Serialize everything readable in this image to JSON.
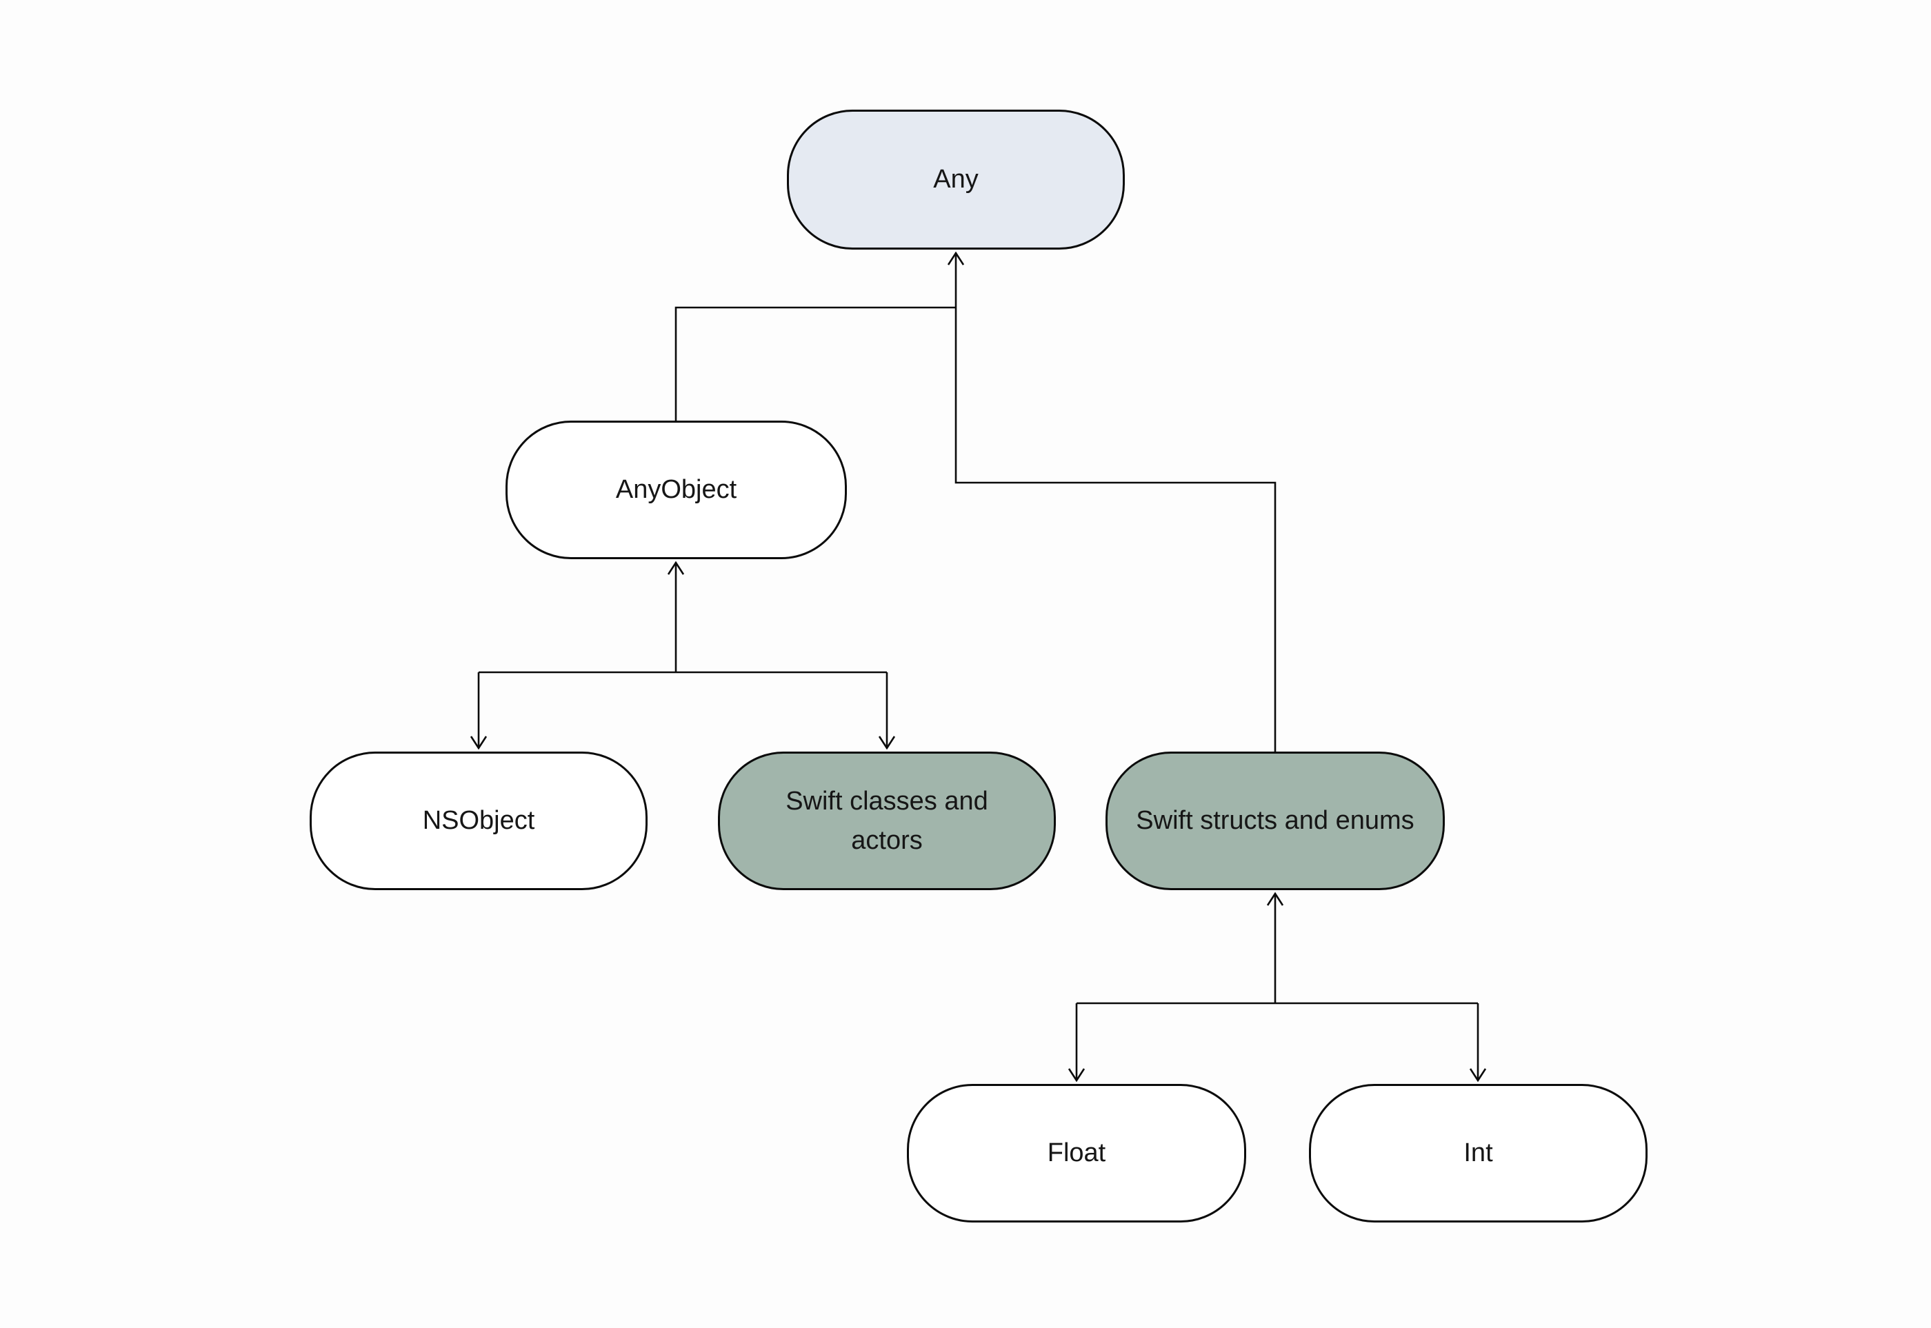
{
  "diagram": {
    "type": "tree-hierarchy-flowchart",
    "background_color": "#fdfdfd",
    "line_color": "#0b0b0b",
    "text_color": "#161616",
    "nodes": [
      {
        "id": "any",
        "label": "Any",
        "fill": "#e5eaf2"
      },
      {
        "id": "anyobject",
        "label": "AnyObject",
        "fill": "#ffffff"
      },
      {
        "id": "nsobject",
        "label": "NSObject",
        "fill": "#ffffff"
      },
      {
        "id": "swift-classes-and-actors",
        "label": "Swift classes and actors",
        "fill": "#a1b5ab"
      },
      {
        "id": "swift-structs-and-enums",
        "label": "Swift structs and enums",
        "fill": "#a1b5ab"
      },
      {
        "id": "float",
        "label": "Float",
        "fill": "#ffffff"
      },
      {
        "id": "int",
        "label": "Int",
        "fill": "#ffffff"
      }
    ],
    "edges": [
      {
        "from": "anyobject",
        "to": "any",
        "arrowhead_points_into": "any"
      },
      {
        "from": "swift-structs-and-enums",
        "to": "any",
        "arrowhead_points_into": "any"
      },
      {
        "from": "nsobject",
        "to": "anyobject",
        "arrowhead_points_into": [
          "anyobject",
          "nsobject"
        ]
      },
      {
        "from": "swift-classes-and-actors",
        "to": "anyobject",
        "arrowhead_points_into": [
          "anyobject",
          "swift-classes-and-actors"
        ]
      },
      {
        "from": "float",
        "to": "swift-structs-and-enums",
        "arrowhead_points_into": [
          "swift-structs-and-enums",
          "float"
        ]
      },
      {
        "from": "int",
        "to": "swift-structs-and-enums",
        "arrowhead_points_into": [
          "swift-structs-and-enums",
          "int"
        ]
      }
    ]
  }
}
